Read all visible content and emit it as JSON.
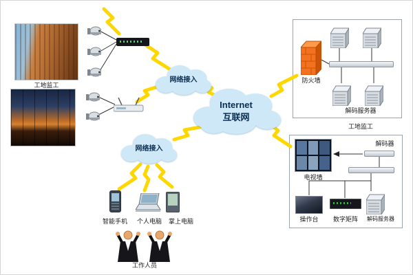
{
  "diagram": {
    "site_photos_label": "工地监工",
    "access_cloud_top": "网络接入",
    "access_cloud_bottom": "网络接入",
    "internet_en": "Internet",
    "internet_cn": "互联网",
    "firewall_label": "防火墙",
    "decode_server_top_label": "解码服务器",
    "monitor_room_caption": "工地监工",
    "decoder_label": "解码器",
    "tv_wall_label": "电视墙",
    "console_label": "操作台",
    "digital_matrix_label": "数字矩阵",
    "decode_server_bottom_label": "解码服务器",
    "smartphone_label": "智能手机",
    "pc_label": "个人电脑",
    "pda_label": "掌上电脑",
    "staff_label": "工作人员"
  },
  "colors": {
    "lightning": "#FFD700",
    "cloud": "#cfe8f7",
    "firewall_front": "#f4711f"
  }
}
